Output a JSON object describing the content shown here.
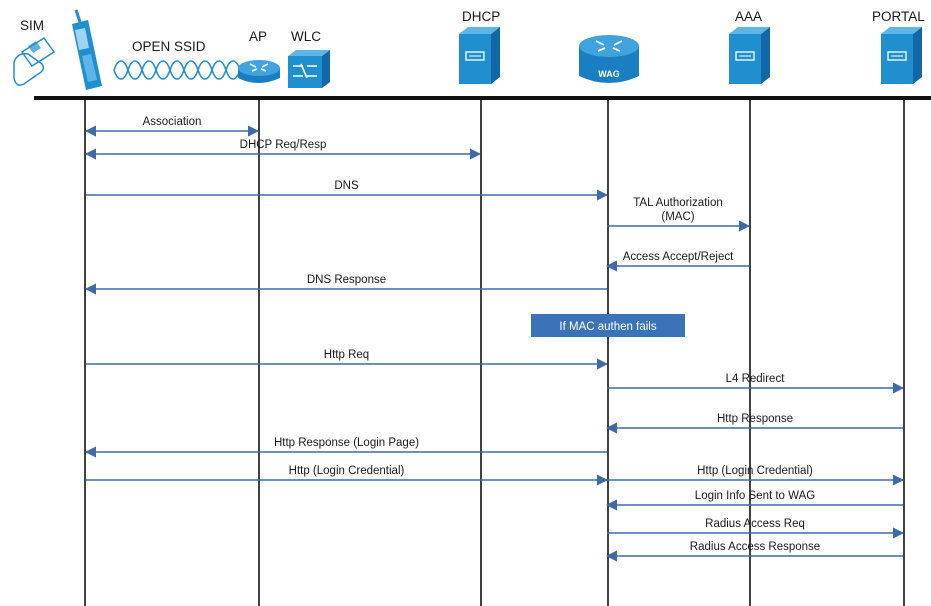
{
  "colors": {
    "arrow": "#3e6aa8",
    "lifeline": "#111111",
    "device_blue": "#1f8fd0",
    "note_fill": "#3b73b8",
    "note_text": "#ffffff"
  },
  "header": {
    "sim": "SIM",
    "open_ssid": "OPEN SSID",
    "ap": "AP",
    "wlc": "WLC",
    "dhcp": "DHCP",
    "wag_label": "WAG",
    "aaa": "AAA",
    "portal": "PORTAL"
  },
  "icons": {
    "sim": "sim-card-hand-icon",
    "phone": "mobile-phone-icon",
    "ssid": "wireless-signal-icon",
    "ap": "router-icon",
    "wlc": "wlc-switch-icon",
    "dhcp": "server-icon",
    "wag": "gateway-router-icon",
    "aaa": "server-icon",
    "portal": "server-icon"
  },
  "messages": [
    {
      "id": "association",
      "text": "Association",
      "from": "client",
      "to": "ap",
      "bidirectional": true
    },
    {
      "id": "dhcp-req-resp",
      "text": "DHCP Req/Resp",
      "from": "client",
      "to": "dhcp",
      "bidirectional": true
    },
    {
      "id": "dns",
      "text": "DNS",
      "from": "client",
      "to": "wag"
    },
    {
      "id": "tal-authorization",
      "text": "TAL Authorization\n(MAC)",
      "from": "wag",
      "to": "aaa"
    },
    {
      "id": "access-accept-reject",
      "text": "Access Accept/Reject",
      "from": "aaa",
      "to": "wag"
    },
    {
      "id": "dns-response",
      "text": "DNS Response",
      "from": "wag",
      "to": "client"
    },
    {
      "id": "http-req",
      "text": "Http Req",
      "from": "client",
      "to": "wag"
    },
    {
      "id": "l4-redirect",
      "text": "L4 Redirect",
      "from": "wag",
      "to": "portal"
    },
    {
      "id": "http-response",
      "text": "Http Response",
      "from": "portal",
      "to": "wag"
    },
    {
      "id": "http-response-login-page",
      "text": "Http Response (Login Page)",
      "from": "wag",
      "to": "client"
    },
    {
      "id": "http-login-credential-1",
      "text": "Http (Login Credential)",
      "from": "client",
      "to": "wag"
    },
    {
      "id": "http-login-credential-2",
      "text": "Http (Login Credential)",
      "from": "wag",
      "to": "portal"
    },
    {
      "id": "login-info-sent-to-wag",
      "text": "Login Info Sent to WAG",
      "from": "portal",
      "to": "wag"
    },
    {
      "id": "radius-access-req",
      "text": "Radius Access Req",
      "from": "wag",
      "to": "portal"
    },
    {
      "id": "radius-access-response",
      "text": "Radius Access Response",
      "from": "portal",
      "to": "wag"
    }
  ],
  "note": {
    "text": "If MAC authen fails"
  }
}
